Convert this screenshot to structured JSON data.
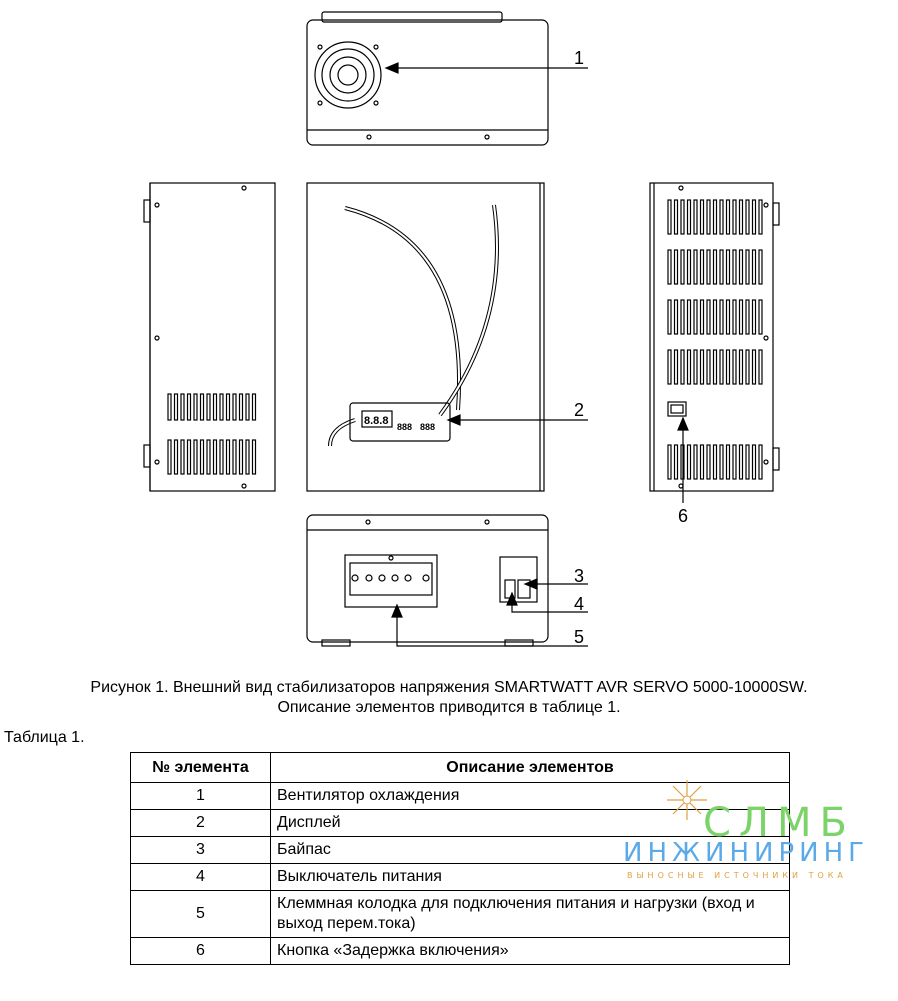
{
  "figure": {
    "callouts": [
      "1",
      "2",
      "3",
      "4",
      "5",
      "6"
    ]
  },
  "caption": {
    "line1": "Рисунок 1. Внешний вид стабилизаторов напряжения SMARTWATT AVR SERVO 5000-10000SW.",
    "line2": "Описание элементов приводится в таблице 1."
  },
  "table_label": "Таблица 1.",
  "table": {
    "headers": [
      "№ элемента",
      "Описание элементов"
    ],
    "rows": [
      {
        "num": "1",
        "desc": "Вентилятор охлаждения"
      },
      {
        "num": "2",
        "desc": "Дисплей"
      },
      {
        "num": "3",
        "desc": "Байпас"
      },
      {
        "num": "4",
        "desc": "Выключатель питания"
      },
      {
        "num": "5",
        "desc": "Клеммная колодка для подключения питания и нагрузки (вход и выход перем.тока)"
      },
      {
        "num": "6",
        "desc": "Кнопка «Задержка включения»"
      }
    ]
  },
  "watermark": {
    "main": "СЛМБ",
    "sub": "ИНЖИНИРИНГ",
    "tagline": "ВЫНОСНЫЕ ИСТОЧНИКИ ТОКА"
  }
}
